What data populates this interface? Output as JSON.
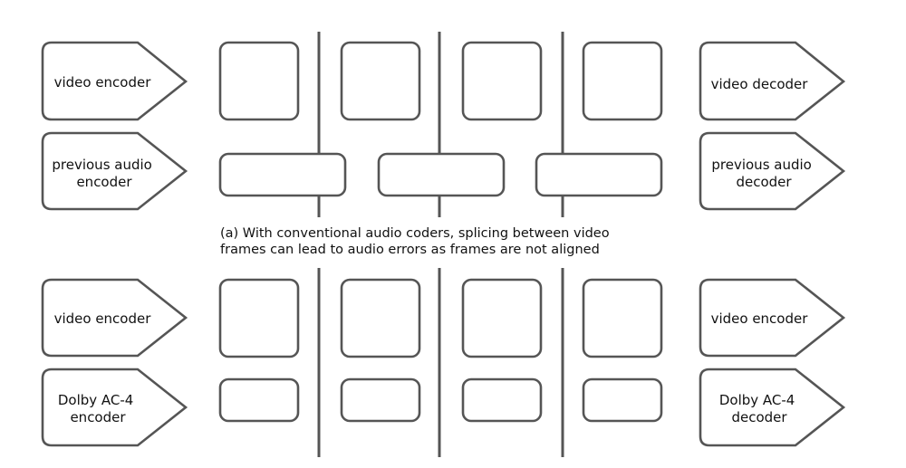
{
  "diagram_a": {
    "left_video": [
      "video encoder"
    ],
    "left_audio": [
      "previous audio",
      "encoder"
    ],
    "right_video": [
      "video decoder"
    ],
    "right_audio": [
      "previous audio",
      "decoder"
    ],
    "caption": [
      "(a) With conventional audio coders, splicing between video",
      "frames can lead to audio errors as frames are not aligned"
    ]
  },
  "diagram_b": {
    "left_video": [
      "video encoder"
    ],
    "left_audio": [
      "Dolby AC-4",
      "encoder"
    ],
    "right_video": [
      "video encoder"
    ],
    "right_audio": [
      "Dolby AC-4",
      "decoder"
    ]
  }
}
